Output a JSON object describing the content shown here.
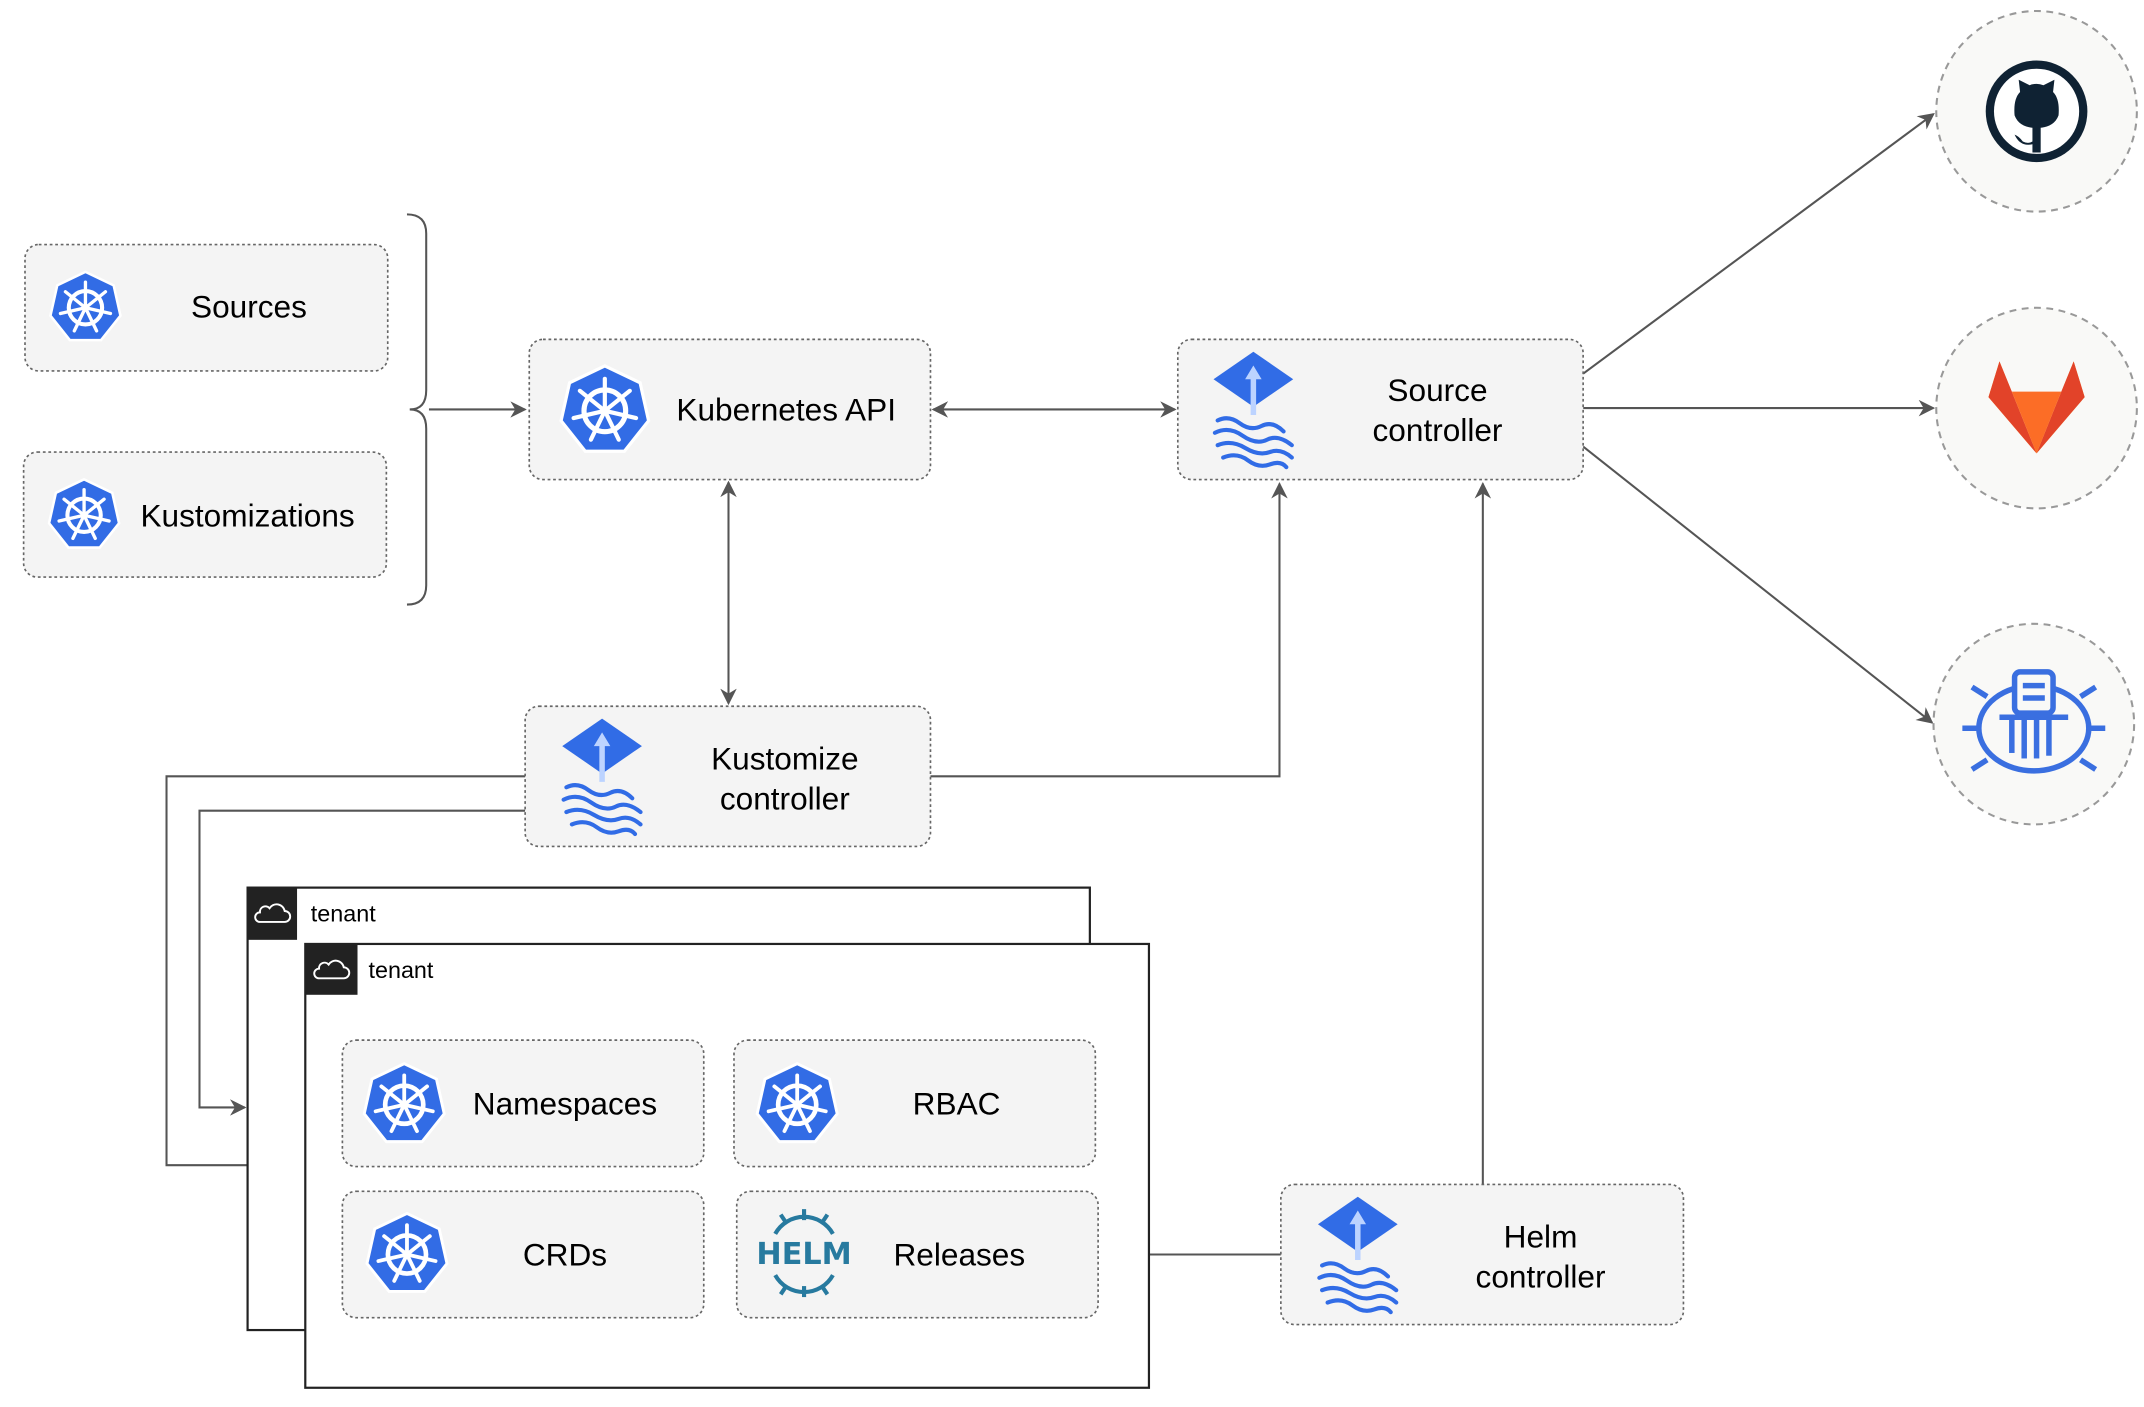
{
  "nodes": {
    "sources": "Sources",
    "kustomizations": "Kustomizations",
    "kubernetes_api": "Kubernetes API",
    "source_controller": [
      "Source",
      "controller"
    ],
    "kustomize_controller": [
      "Kustomize",
      "controller"
    ],
    "helm_controller": [
      "Helm",
      "controller"
    ],
    "namespaces": "Namespaces",
    "rbac": "RBAC",
    "crds": "CRDs",
    "releases": "Releases"
  },
  "tenants": [
    "tenant",
    "tenant"
  ],
  "logos": {
    "helm": "HELM"
  },
  "external": [
    "github-icon",
    "gitlab-icon",
    "bucket-icon"
  ],
  "colors": {
    "kubernetes_blue": "#326ce5",
    "flux_blue": "#316ce6",
    "github": "#0f2233",
    "gitlab_orange": "#e24329",
    "gitlab_yellow": "#fca326",
    "helm": "#277a9f"
  }
}
